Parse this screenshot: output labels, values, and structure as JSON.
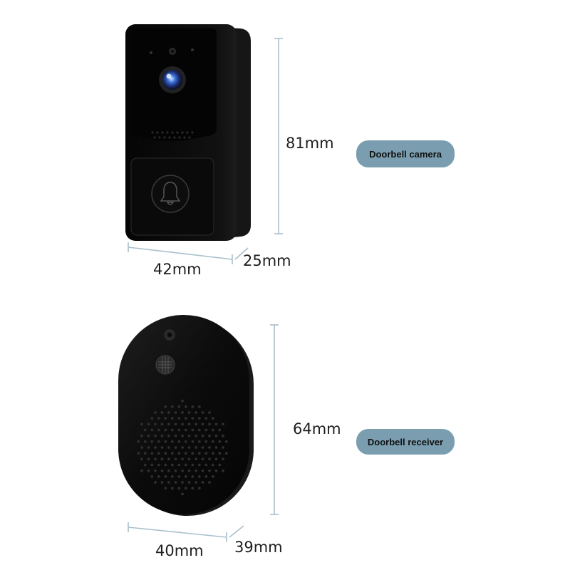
{
  "camera": {
    "label": "Doorbell camera",
    "height_dim": "81mm",
    "width_dim": "42mm",
    "depth_dim": "25mm",
    "button_icon": "bell-icon"
  },
  "receiver": {
    "label": "Doorbell receiver",
    "height_dim": "64mm",
    "width_dim": "40mm",
    "depth_dim": "39mm"
  },
  "colors": {
    "label_pill": "#7a9eb0",
    "device_body": "#0d0d0d",
    "dimension_line": "#a9bfcc"
  }
}
